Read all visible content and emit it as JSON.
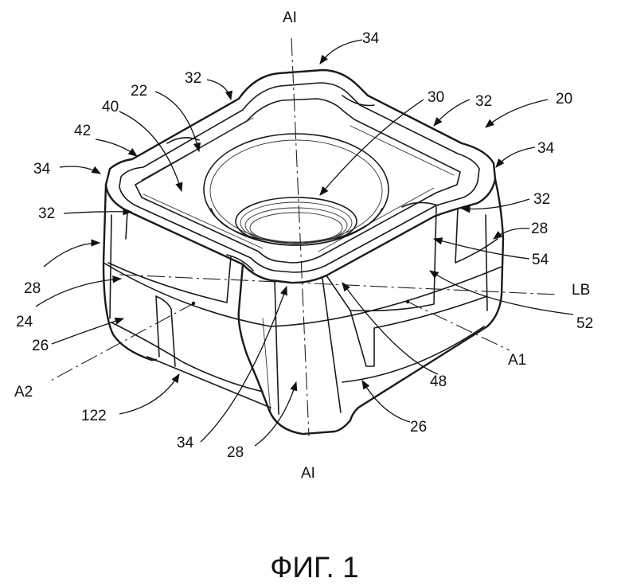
{
  "figure": {
    "caption": "ФИГ. 1"
  },
  "reference_labels": {
    "ai_top": "AI",
    "ai_bottom": "AI",
    "r34_top": "34",
    "r32_top_left": "32",
    "r22": "22",
    "r40": "40",
    "r42": "42",
    "r30": "30",
    "r32_top_right": "32",
    "r20": "20",
    "r34_left": "34",
    "r34_right": "34",
    "r32_left": "32",
    "r32_right": "32",
    "r28_right": "28",
    "r28_left": "28",
    "r54": "54",
    "r24": "24",
    "lb": "LB",
    "r52": "52",
    "r26_left": "26",
    "a1": "A1",
    "a2": "A2",
    "r48": "48",
    "r122": "122",
    "r26_bottom": "26",
    "r34_bottom": "34",
    "r28_bottom": "28"
  }
}
